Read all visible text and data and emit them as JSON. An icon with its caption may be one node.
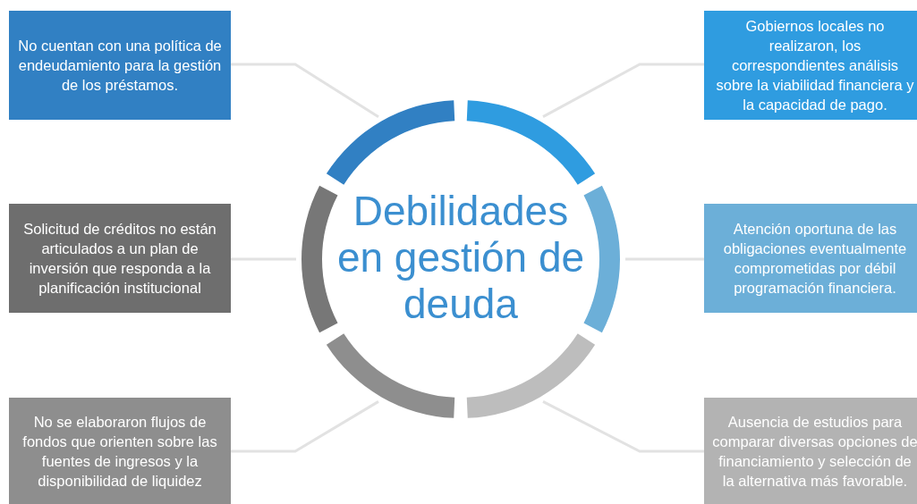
{
  "diagram": {
    "title": "Debilidades en gestión de deuda",
    "nodes": [
      {
        "text": [
          "No cuentan con una política de endeudamiento para la gestión de los préstamos."
        ]
      },
      {
        "text": [
          "Gobiernos locales no realizaron, los correspondientes análisis sobre la viabilidad financiera y la capacidad de pago."
        ]
      },
      {
        "text": [
          "Solicitud de créditos no están articulados a un plan de inversión que responda a la planificación institucional"
        ]
      },
      {
        "text": [
          "Atención oportuna de las obligaciones eventualmente comprometidas por débil programación financiera."
        ]
      },
      {
        "text": [
          "No se elaboraron flujos de fondos que orienten sobre las fuentes de ingresos y la disponibilidad de liquidez"
        ]
      },
      {
        "text": [
          "Ausencia de estudios para comparar diversas opciones de financiamiento y selección de la alternativa más favorable."
        ]
      },
      {
        "text": [],
        "shape": "arc"
      },
      {
        "text": [],
        "shape": "arc"
      },
      {
        "text": [],
        "shape": "arc"
      },
      {
        "text": [],
        "shape": "arc"
      },
      {
        "text": [],
        "shape": "arc"
      },
      {
        "text": [],
        "shape": "arc"
      }
    ],
    "edges": [
      {
        "from": 0,
        "to": 6,
        "arrow": "none"
      },
      {
        "from": 1,
        "to": 7,
        "arrow": "none"
      },
      {
        "from": 2,
        "to": 8,
        "arrow": "none"
      },
      {
        "from": 3,
        "to": 9,
        "arrow": "none"
      },
      {
        "from": 4,
        "to": 10,
        "arrow": "none"
      },
      {
        "from": 5,
        "to": 11,
        "arrow": "none"
      }
    ]
  }
}
